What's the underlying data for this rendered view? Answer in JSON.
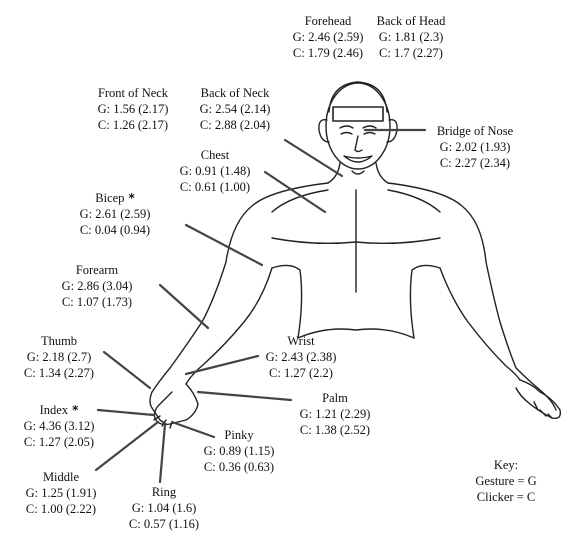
{
  "regions": [
    {
      "id": "forehead",
      "name": "Forehead",
      "g": "G: 2.46 (2.59)",
      "c": "C: 1.79 (2.46)",
      "starred": false
    },
    {
      "id": "back-of-head",
      "name": "Back of Head",
      "g": "G: 1.81 (2.3)",
      "c": "C: 1.7 (2.27)",
      "starred": false
    },
    {
      "id": "front-of-neck",
      "name": "Front of Neck",
      "g": "G: 1.56 (2.17)",
      "c": "C: 1.26 (2.17)",
      "starred": false
    },
    {
      "id": "back-of-neck",
      "name": "Back of Neck",
      "g": "G: 2.54 (2.14)",
      "c": "C: 2.88 (2.04)",
      "starred": false
    },
    {
      "id": "bridge-of-nose",
      "name": "Bridge of Nose",
      "g": "G: 2.02 (1.93)",
      "c": "C: 2.27 (2.34)",
      "starred": false
    },
    {
      "id": "chest",
      "name": "Chest",
      "g": "G: 0.91 (1.48)",
      "c": "C: 0.61 (1.00)",
      "starred": false
    },
    {
      "id": "bicep",
      "name": "Bicep",
      "g": "G: 2.61 (2.59)",
      "c": "C: 0.04 (0.94)",
      "starred": true
    },
    {
      "id": "forearm",
      "name": "Forearm",
      "g": "G: 2.86 (3.04)",
      "c": "C: 1.07 (1.73)",
      "starred": false
    },
    {
      "id": "wrist",
      "name": "Wrist",
      "g": "G: 2.43 (2.38)",
      "c": "C: 1.27 (2.2)",
      "starred": false
    },
    {
      "id": "thumb",
      "name": "Thumb",
      "g": "G: 2.18 (2.7)",
      "c": "C: 1.34 (2.27)",
      "starred": false
    },
    {
      "id": "palm",
      "name": "Palm",
      "g": "G: 1.21 (2.29)",
      "c": "C: 1.38 (2.52)",
      "starred": false
    },
    {
      "id": "index",
      "name": "Index",
      "g": "G: 4.36 (3.12)",
      "c": "C: 1.27 (2.05)",
      "starred": true
    },
    {
      "id": "pinky",
      "name": "Pinky",
      "g": "G: 0.89 (1.15)",
      "c": "C: 0.36 (0.63)",
      "starred": false
    },
    {
      "id": "middle",
      "name": "Middle",
      "g": "G: 1.25 (1.91)",
      "c": "C: 1.00 (2.22)",
      "starred": false
    },
    {
      "id": "ring",
      "name": "Ring",
      "g": "G: 1.04 (1.6)",
      "c": "C: 0.57 (1.16)",
      "starred": false
    }
  ],
  "star_symbol": "*",
  "key": {
    "title": "Key:",
    "gesture": "Gesture = G",
    "clicker": "Clicker = C"
  }
}
